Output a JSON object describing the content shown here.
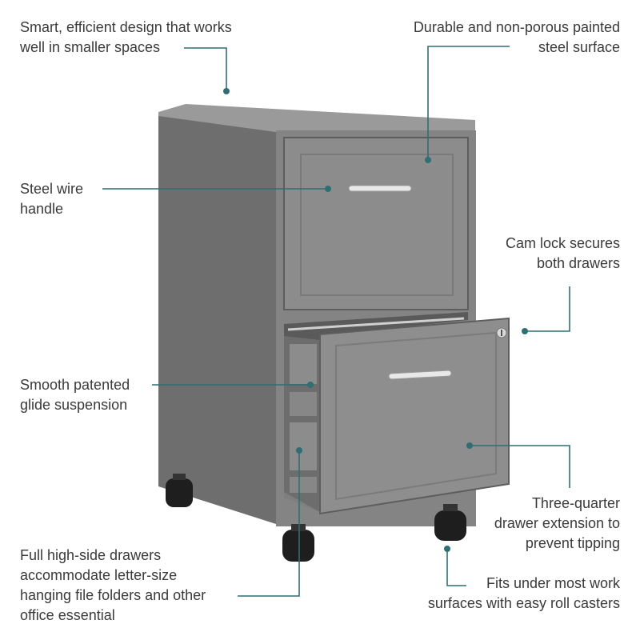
{
  "callouts": {
    "smart_design": "Smart, efficient design that works\nwell in smaller spaces",
    "painted_surface": "Durable and non-porous painted\nsteel surface",
    "wire_handle": "Steel wire\nhandle",
    "cam_lock": "Cam lock secures\nboth drawers",
    "glide_suspension": "Smooth patented\nglide suspension",
    "drawer_extension": "Three-quarter\ndrawer extension to\nprevent tipping",
    "high_side_drawers": "Full high-side drawers\naccommodate letter-size\nhanging file folders and other\noffice essential",
    "roll_casters": "Fits under most work\nsurfaces with easy roll casters"
  },
  "colors": {
    "leader_line": "#2f6f73",
    "cabinet_body": "#7d7d7d",
    "cabinet_face": "#8a8a8a",
    "text": "#3a3a3a"
  },
  "icons": {
    "handle": "wire-handle",
    "lock": "cam-lock",
    "caster": "caster-wheel"
  }
}
